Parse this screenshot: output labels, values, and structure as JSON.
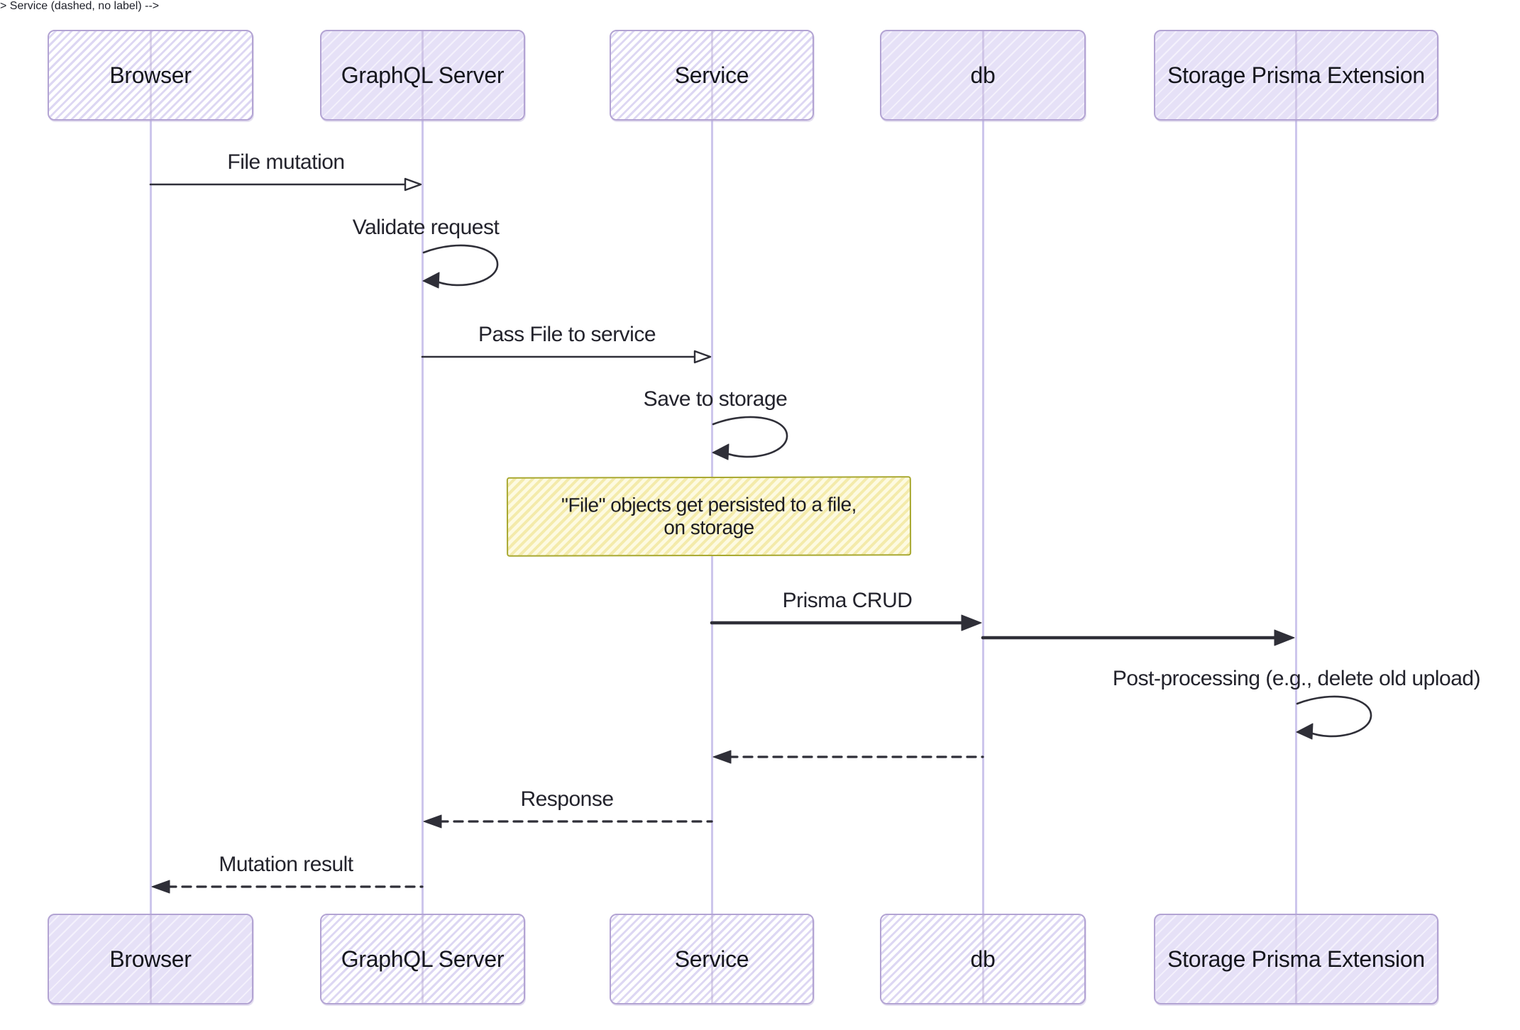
{
  "diagram": {
    "kind": "sequence-diagram",
    "colors": {
      "background": "#ffffff",
      "actor_fill": "#ECE9F9",
      "actor_border": "#B3A4D3",
      "lifeline": "#CDC6EC",
      "arrow": "#2F2F38",
      "note_fill": "#FBF5C0",
      "note_border": "#A8A82F",
      "text": "#1E2029"
    },
    "actors": [
      {
        "id": "browser",
        "label": "Browser"
      },
      {
        "id": "graphql-server",
        "label": "GraphQL Server"
      },
      {
        "id": "service",
        "label": "Service"
      },
      {
        "id": "db",
        "label": "db"
      },
      {
        "id": "storage-prisma-extension",
        "label": "Storage Prisma Extension"
      }
    ],
    "messages": [
      {
        "from": "browser",
        "to": "graphql-server",
        "type": "solid",
        "label": "File mutation"
      },
      {
        "from": "graphql-server",
        "to": "graphql-server",
        "type": "self",
        "label": "Validate request"
      },
      {
        "from": "graphql-server",
        "to": "service",
        "type": "solid",
        "label": "Pass File to service"
      },
      {
        "from": "service",
        "to": "service",
        "type": "self",
        "label": "Save to storage"
      },
      {
        "from": "service",
        "to": "db",
        "type": "solid-thick",
        "label": "Prisma CRUD"
      },
      {
        "from": "db",
        "to": "storage-prisma-extension",
        "type": "solid-thick",
        "label": ""
      },
      {
        "from": "storage-prisma-extension",
        "to": "storage-prisma-extension",
        "type": "self",
        "label": "Post-processing (e.g., delete old upload)"
      },
      {
        "from": "db",
        "to": "service",
        "type": "dashed",
        "label": ""
      },
      {
        "from": "service",
        "to": "graphql-server",
        "type": "dashed",
        "label": "Response"
      },
      {
        "from": "graphql-server",
        "to": "browser",
        "type": "dashed",
        "label": "Mutation result"
      }
    ],
    "note": {
      "over": "service",
      "text": "\"File\" objects get persisted to a file,\non storage"
    }
  }
}
